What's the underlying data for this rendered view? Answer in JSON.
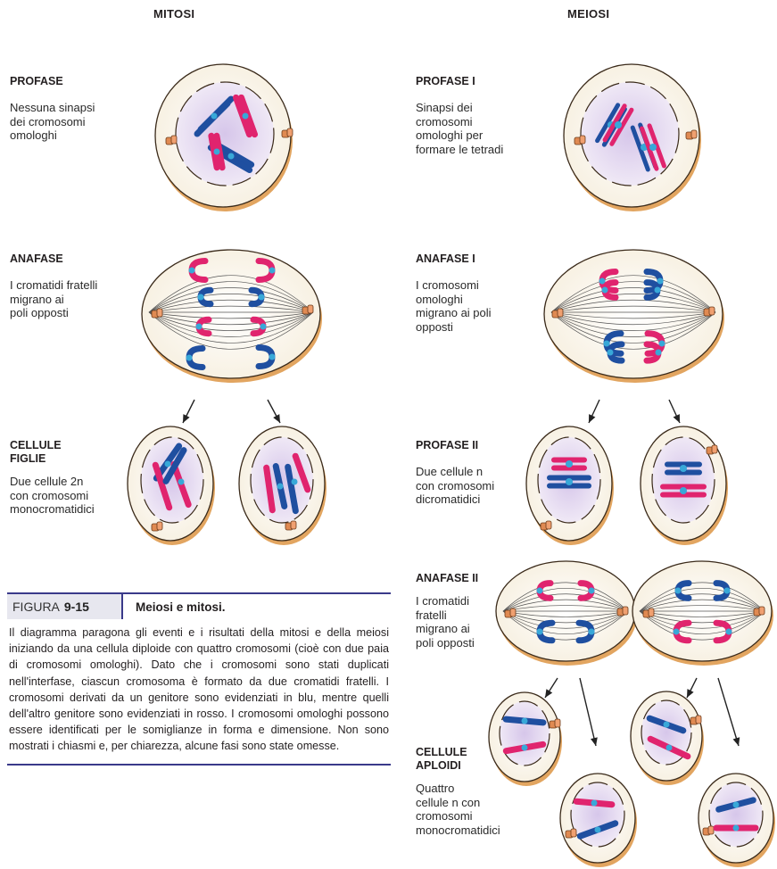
{
  "headers": {
    "mitosis": "MITOSI",
    "meiosis": "MEIOSI"
  },
  "mitosis_stages": [
    {
      "name": "PROFASE",
      "desc": "Nessuna sinapsi\ndei cromosomi\nomologhi"
    },
    {
      "name": "ANAFASE",
      "desc": "I cromatidi fratelli\nmigrano ai\npoli opposti"
    },
    {
      "name": "CELLULE\nFIGLIE",
      "desc": "Due cellule 2n\ncon cromosomi\nmonocromatidici"
    }
  ],
  "meiosis_stages": [
    {
      "name": "PROFASE I",
      "desc": "Sinapsi dei\ncromosomi\nomologhi per\nformare le tetradi"
    },
    {
      "name": "ANAFASE I",
      "desc": "I cromosomi\nomologhi\nmigrano ai poli\nopposti"
    },
    {
      "name": "PROFASE II",
      "desc": "Due cellule n\ncon cromosomi\ndicromatidici"
    },
    {
      "name": "ANAFASE II",
      "desc": "I cromatidi\nfratelli\nmigrano ai\npoli opposti"
    },
    {
      "name": "CELLULE\nAPLOIDI",
      "desc": "Quattro\ncellule n con\ncromosomi\nmonocromatidici"
    }
  ],
  "caption": {
    "label": "FIGURA",
    "number": "9-15",
    "title": "Meiosi e mitosi.",
    "text": "Il diagramma paragona gli eventi e i risultati della mitosi e della meiosi iniziando da una cellula diploide con quattro cromosomi (cioè con due paia di cromosomi omologhi). Dato che i cromosomi sono stati duplicati nell'interfase, ciascun cromosoma è formato da due cromatidi fratelli. I cromosomi derivati da un genitore sono evidenziati in blu, mentre quelli dell'altro genitore sono evidenziati in rosso. I cromosomi omologhi possono essere identificati per le somiglianze in forma e dimensione. Non sono mostrati i chiasmi e, per chiarezza, alcune fasi sono state omesse."
  },
  "colors": {
    "blue": "#1f4fa0",
    "red": "#e0246e",
    "centromere": "#38a8d8",
    "nucleus": "#e4daf0",
    "cell_rim": "#e2a560",
    "cell_fill": "#fbf7ee"
  }
}
